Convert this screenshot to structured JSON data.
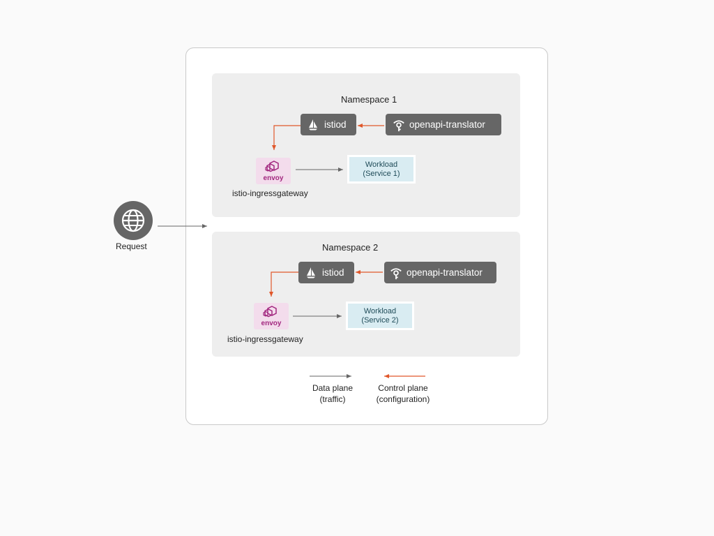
{
  "request": {
    "label": "Request",
    "icon": "globe-icon"
  },
  "namespaces": [
    {
      "title": "Namespace 1",
      "istiod": {
        "label": "istiod",
        "icon": "istio-sail-icon"
      },
      "translator": {
        "label": "openapi-translator",
        "icon": "translator-icon"
      },
      "gateway": {
        "label": "istio-ingressgateway",
        "logo": "envoy"
      },
      "workload": {
        "line1": "Workload",
        "line2": "(Service 1)"
      }
    },
    {
      "title": "Namespace 2",
      "istiod": {
        "label": "istiod",
        "icon": "istio-sail-icon"
      },
      "translator": {
        "label": "openapi-translator",
        "icon": "translator-icon"
      },
      "gateway": {
        "label": "istio-ingressgateway",
        "logo": "envoy"
      },
      "workload": {
        "line1": "Workload",
        "line2": "(Service 2)"
      }
    }
  ],
  "legend": {
    "data_plane": {
      "line1": "Data plane",
      "line2": "(traffic)"
    },
    "control_plane": {
      "line1": "Control plane",
      "line2": "(configuration)"
    }
  },
  "colors": {
    "data_arrow": "#666666",
    "control_arrow": "#e0572a",
    "envoy_bg": "#f3dcec",
    "envoy_fg": "#a2277f",
    "workload_bg": "#d9ecf2"
  }
}
